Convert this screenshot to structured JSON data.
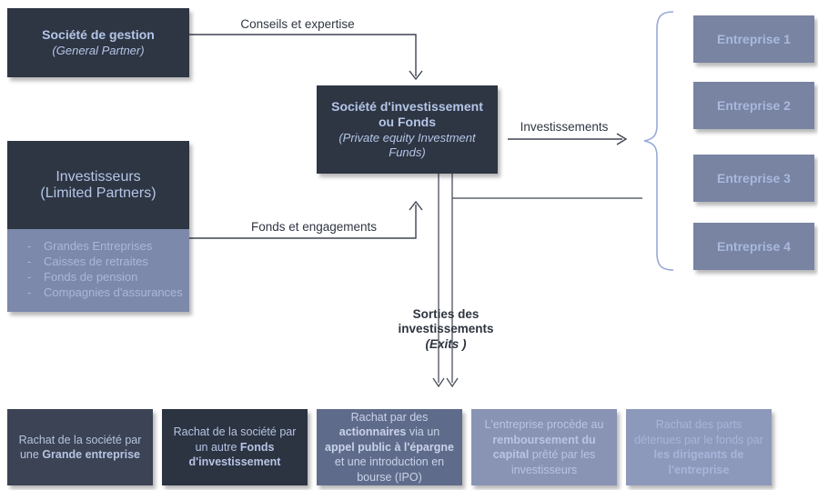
{
  "colors": {
    "dark_box": "#2e3543",
    "medium_box": "#7884a2",
    "light_panel": "#7d89ab",
    "light_text": "#b4c6e7",
    "line": "#3e4452",
    "brace": "#97a9d9"
  },
  "boxes": {
    "gestion": {
      "title": "Société de gestion",
      "subtitle": "(General Partner)"
    },
    "investisseurs": {
      "title": "Investisseurs",
      "subtitle": "(Limited Partners)",
      "items": [
        "Grandes Entreprises",
        "Caisses de retraites",
        "Fonds de pension",
        "Compagnies d'assurances"
      ]
    },
    "fonds": {
      "title": "Société d'investissement ou Fonds",
      "subtitle": "(Private equity Investment Funds)"
    },
    "entreprises": [
      "Entreprise 1",
      "Entreprise 2",
      "Entreprise 3",
      "Entreprise 4"
    ]
  },
  "labels": {
    "conseils": "Conseils et expertise",
    "fonds_engagements": "Fonds et engagements",
    "investissements": "Investissements",
    "sorties_line1": "Sorties des",
    "sorties_line2": "investissements",
    "sorties_line3": "(Exits )"
  },
  "exits": {
    "exit1": {
      "text1": "Rachat de la société par une ",
      "bold1": "Grande entreprise"
    },
    "exit2": {
      "text1": "Rachat de la société par un autre ",
      "bold1": "Fonds d'investissement"
    },
    "exit3": {
      "text1": "Rachat par des ",
      "bold1": "actionnaires",
      "text2": " via un ",
      "bold2": "appel public à l'épargne",
      "text3": " et une introduction en bourse (IPO)"
    },
    "exit4": {
      "text1": "L'entreprise procède au ",
      "bold1": "remboursement du capital",
      "text2": " prêté par les investisseurs"
    },
    "exit5": {
      "text1": "Rachat des parts détenues par le fonds par ",
      "bold1": "les dirigeants de l'entreprise"
    }
  }
}
